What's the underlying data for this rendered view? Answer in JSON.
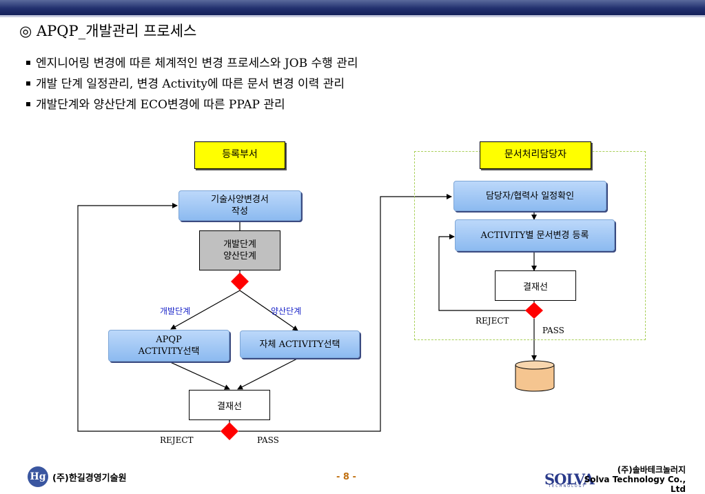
{
  "title": "◎ APQP_개발관리  프로세스",
  "bullets": [
    "엔지니어링 변경에 따른 체계적인 변경 프로세스와 JOB 수행 관리",
    "개발 단계 일정관리, 변경 Activity에 따른 문서 변경 이력 관리",
    "개발단계와 양산단계 ECO변경에 따른 PPAP 관리"
  ],
  "left_lane": {
    "dept": "등록부서",
    "spec_doc": [
      "기술사양변경서",
      "작성"
    ],
    "stage": [
      "개발단계",
      "양산단계"
    ],
    "branch_dev": "개발단계",
    "branch_mass": "양산단계",
    "apqp": [
      "APQP",
      "ACTIVITY선택"
    ],
    "self_activity": "자체 ACTIVITY선택",
    "approval": "결재선",
    "reject": "REJECT",
    "pass": "PASS"
  },
  "right_lane": {
    "dept": "문서처리담당자",
    "schedule": "담당자/협력사 일정확인",
    "register": "ACTIVITY별 문서변경 등록",
    "approval": "결재선",
    "reject": "REJECT",
    "pass": "PASS"
  },
  "footer": {
    "left_logo": "Hg",
    "left_company": "(주)한길경영기술원",
    "page": "- 8 -",
    "right_logo": "SOLVA",
    "right_logo_sub": "TECHNOLOGY",
    "right_company_ko": "(주)솔바테크놀러지",
    "right_company_en": "Solva Technology Co., Ltd"
  },
  "colors": {
    "header_band": "#22306e",
    "dept_box": "#ffff00",
    "process_box": "#a6cbf5",
    "decision": "#ff0000",
    "database": "#f5c590",
    "branch_label": "#1a24c8"
  }
}
